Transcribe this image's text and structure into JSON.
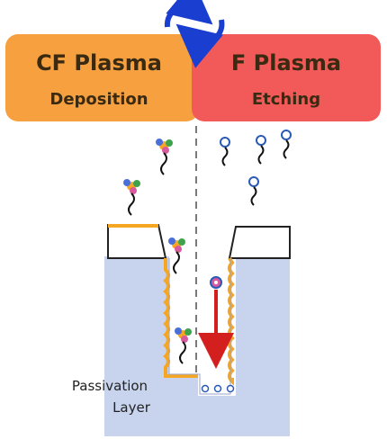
{
  "left_panel": {
    "title": "CF Plasma",
    "subtitle": "Deposition",
    "color": "#f7a040"
  },
  "right_panel": {
    "title": "F Plasma",
    "subtitle": "Etching",
    "color": "#f25a5a"
  },
  "cycle_icon": {
    "icon": "cycle-arrows-icon",
    "color": "#1a3fd0"
  },
  "passivation_label": {
    "line1": "Passivation",
    "line2": "Layer",
    "color": "#f5a623"
  },
  "substrate": {
    "color": "#c8d4ee"
  },
  "etch_arrow": {
    "icon": "red-down-arrow-icon",
    "color": "#d41f1f"
  },
  "molecules": {
    "cf_species_icon": "cf-molecule-icon",
    "f_species_icon": "f-radical-icon"
  }
}
